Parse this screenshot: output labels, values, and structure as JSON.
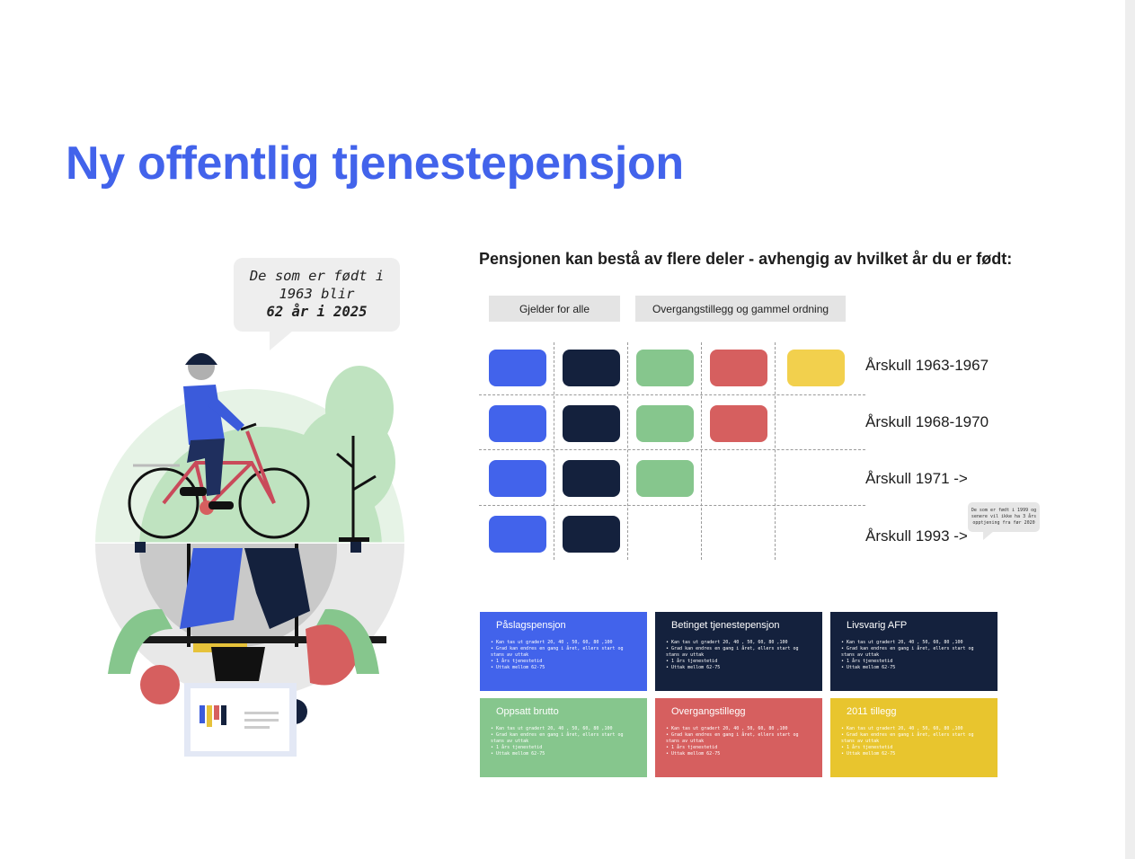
{
  "title": "Ny offentlig tjenestepensjon",
  "speech_bubble": {
    "line1": "De som er født i",
    "line2": "1963 blir",
    "line3": "62 år i 2025"
  },
  "subtitle": "Pensjonen kan bestå av flere deler - avhengig av hvilket år du er født:",
  "headers": {
    "common": "Gjelder for alle",
    "transitional": "Overgangstillegg og gammel ordning"
  },
  "cohorts": [
    {
      "label": "Årskull 1963-1967",
      "blocks": [
        "#4263eb",
        "#14213d",
        "#86c68d",
        "#d65f5f",
        "#f2d04d"
      ]
    },
    {
      "label": "Årskull 1968-1970",
      "blocks": [
        "#4263eb",
        "#14213d",
        "#86c68d",
        "#d65f5f"
      ]
    },
    {
      "label": "Årskull 1971 ->",
      "blocks": [
        "#4263eb",
        "#14213d",
        "#86c68d"
      ]
    },
    {
      "label": "Årskull 1993 ->",
      "blocks": [
        "#4263eb",
        "#14213d"
      ]
    }
  ],
  "note": {
    "line1": "De som er født i 1999 og",
    "line2": "senere vil ikke ha 3 års",
    "line3": "opptjening fra før 2020"
  },
  "cards": [
    {
      "title": "Påslagspensjon",
      "bg": "#4263eb",
      "fg": "#ffffff",
      "bullets": [
        "Kan tas ut gradert 20, 40 , 50, 60, 80 ,100",
        "Grad kan endres en gang i året, ellers start og stans av uttak",
        "1 års tjenestetid",
        "Uttak mellom 62-75"
      ]
    },
    {
      "title": "Betinget tjenestepensjon",
      "bg": "#14213d",
      "fg": "#ffffff",
      "bullets": [
        "Kan tas ut gradert 20, 40 , 50, 60, 80 ,100",
        "Grad kan endres en gang i året, ellers start og stans av uttak",
        "1 års tjenestetid",
        "Uttak mellom 62-75"
      ]
    },
    {
      "title": "Livsvarig AFP",
      "bg": "#14213d",
      "fg": "#ffffff",
      "bullets": [
        "Kan tas ut gradert 20, 40 , 50, 60, 80 ,100",
        "Grad kan endres en gang i året, ellers start og stans av uttak",
        "1 års tjenestetid",
        "Uttak mellom 62-75"
      ]
    },
    {
      "title": "Oppsatt brutto",
      "bg": "#86c68d",
      "fg": "#ffffff",
      "bullets": [
        "Kan tas ut gradert 20, 40 , 50, 60, 80 ,100",
        "Grad kan endres en gang i året, ellers start og stans av uttak",
        "1 års tjenestetid",
        "Uttak mellom 62-75"
      ]
    },
    {
      "title": "Overgangstillegg",
      "bg": "#d65f5f",
      "fg": "#ffffff",
      "bullets": [
        "Kan tas ut gradert 20, 40 , 50, 60, 80 ,100",
        "Grad kan endres en gang i året, ellers start og stans av uttak",
        "1 års tjenestetid",
        "Uttak mellom 62-75"
      ]
    },
    {
      "title": "2011 tillegg",
      "bg": "#e8c52e",
      "fg": "#ffffff",
      "bullets": [
        "Kan tas ut gradert 20, 40 , 50, 60, 80 ,100",
        "Grad kan endres en gang i året, ellers start og stans av uttak",
        "1 års tjenestetid",
        "Uttak mellom 62-75"
      ]
    }
  ]
}
